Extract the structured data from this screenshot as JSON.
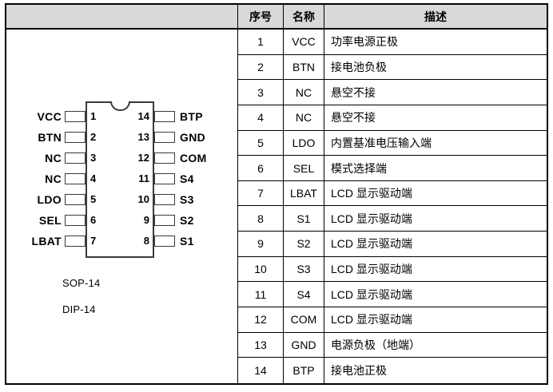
{
  "table": {
    "headers": {
      "index": "序号",
      "name": "名称",
      "desc": "描述"
    },
    "rows": [
      {
        "num": "1",
        "name": "VCC",
        "desc": "功率电源正极"
      },
      {
        "num": "2",
        "name": "BTN",
        "desc": "接电池负极"
      },
      {
        "num": "3",
        "name": "NC",
        "desc": "悬空不接"
      },
      {
        "num": "4",
        "name": "NC",
        "desc": "悬空不接"
      },
      {
        "num": "5",
        "name": "LDO",
        "desc": "内置基准电压输入端"
      },
      {
        "num": "6",
        "name": "SEL",
        "desc": "模式选择端"
      },
      {
        "num": "7",
        "name": "LBAT",
        "desc": "LCD 显示驱动端"
      },
      {
        "num": "8",
        "name": "S1",
        "desc": "LCD 显示驱动端"
      },
      {
        "num": "9",
        "name": "S2",
        "desc": "LCD 显示驱动端"
      },
      {
        "num": "10",
        "name": "S3",
        "desc": "LCD 显示驱动端"
      },
      {
        "num": "11",
        "name": "S4",
        "desc": "LCD 显示驱动端"
      },
      {
        "num": "12",
        "name": "COM",
        "desc": "LCD 显示驱动端"
      },
      {
        "num": "13",
        "name": "GND",
        "desc": "电源负极（地端）"
      },
      {
        "num": "14",
        "name": "BTP",
        "desc": "接电池正极"
      }
    ]
  },
  "diagram": {
    "left_pins": [
      {
        "num": "1",
        "label": "VCC"
      },
      {
        "num": "2",
        "label": "BTN"
      },
      {
        "num": "3",
        "label": "NC"
      },
      {
        "num": "4",
        "label": "NC"
      },
      {
        "num": "5",
        "label": "LDO"
      },
      {
        "num": "6",
        "label": "SEL"
      },
      {
        "num": "7",
        "label": "LBAT"
      }
    ],
    "right_pins": [
      {
        "num": "14",
        "label": "BTP"
      },
      {
        "num": "13",
        "label": "GND"
      },
      {
        "num": "12",
        "label": "COM"
      },
      {
        "num": "11",
        "label": "S4"
      },
      {
        "num": "10",
        "label": "S3"
      },
      {
        "num": "9",
        "label": "S2"
      },
      {
        "num": "8",
        "label": "S1"
      }
    ],
    "packages": {
      "sop": "SOP-14",
      "dip": "DIP-14"
    }
  },
  "colors": {
    "header_bg": "#d9d9d9",
    "border": "#000000",
    "chip_outline": "#3a3a3a"
  }
}
